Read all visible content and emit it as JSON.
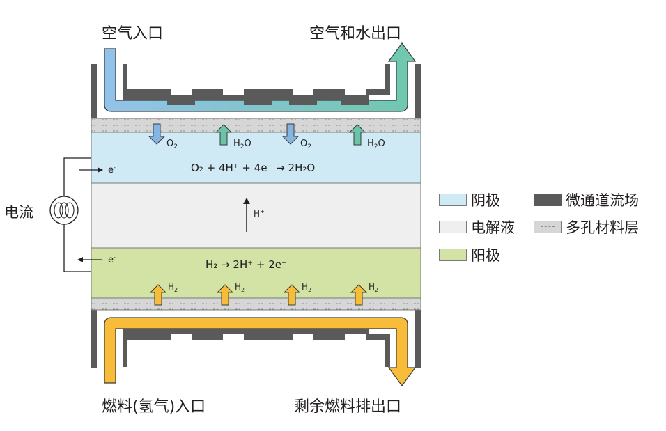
{
  "labels": {
    "air_inlet": "空气入口",
    "air_water_outlet": "空气和水出口",
    "fuel_inlet": "燃料(氢气)入口",
    "residual_fuel_outlet": "剩余燃料排出口",
    "current": "电流"
  },
  "reactions": {
    "cathode_o2": "O",
    "cathode_o2_sub": "2",
    "cathode_h2o_h": "H",
    "cathode_h2o_sub": "2",
    "cathode_h2o_o": "O",
    "cathode_eq": "O₂ + 4H⁺ + 4e⁻ → 2H₂O",
    "electrolyte_h": "H",
    "electrolyte_h_sup": "+",
    "anode_eq": "H₂ → 2H⁺ + 2e⁻",
    "anode_h2_h": "H",
    "anode_h2_sub": "2",
    "electron": "e",
    "electron_sup": "-"
  },
  "legend": {
    "cathode": "阴极",
    "electrolyte": "电解液",
    "anode": "阳极",
    "microchannel": "微通道流场",
    "porous": "多孔材料层"
  },
  "colors": {
    "cathode": "#cfe9f5",
    "electrolyte": "#efefef",
    "anode": "#d3e3a6",
    "porous": "#d6d6d6",
    "channel": "#5a5a5a",
    "air_pipe_start": "#93c2ea",
    "air_pipe_end": "#6fc8ad",
    "fuel_pipe": "#f7bd3a",
    "o2_arrow": "#86b5e1",
    "h2o_arrow": "#6cc4a6",
    "h2_arrow": "#f7bd3a"
  }
}
